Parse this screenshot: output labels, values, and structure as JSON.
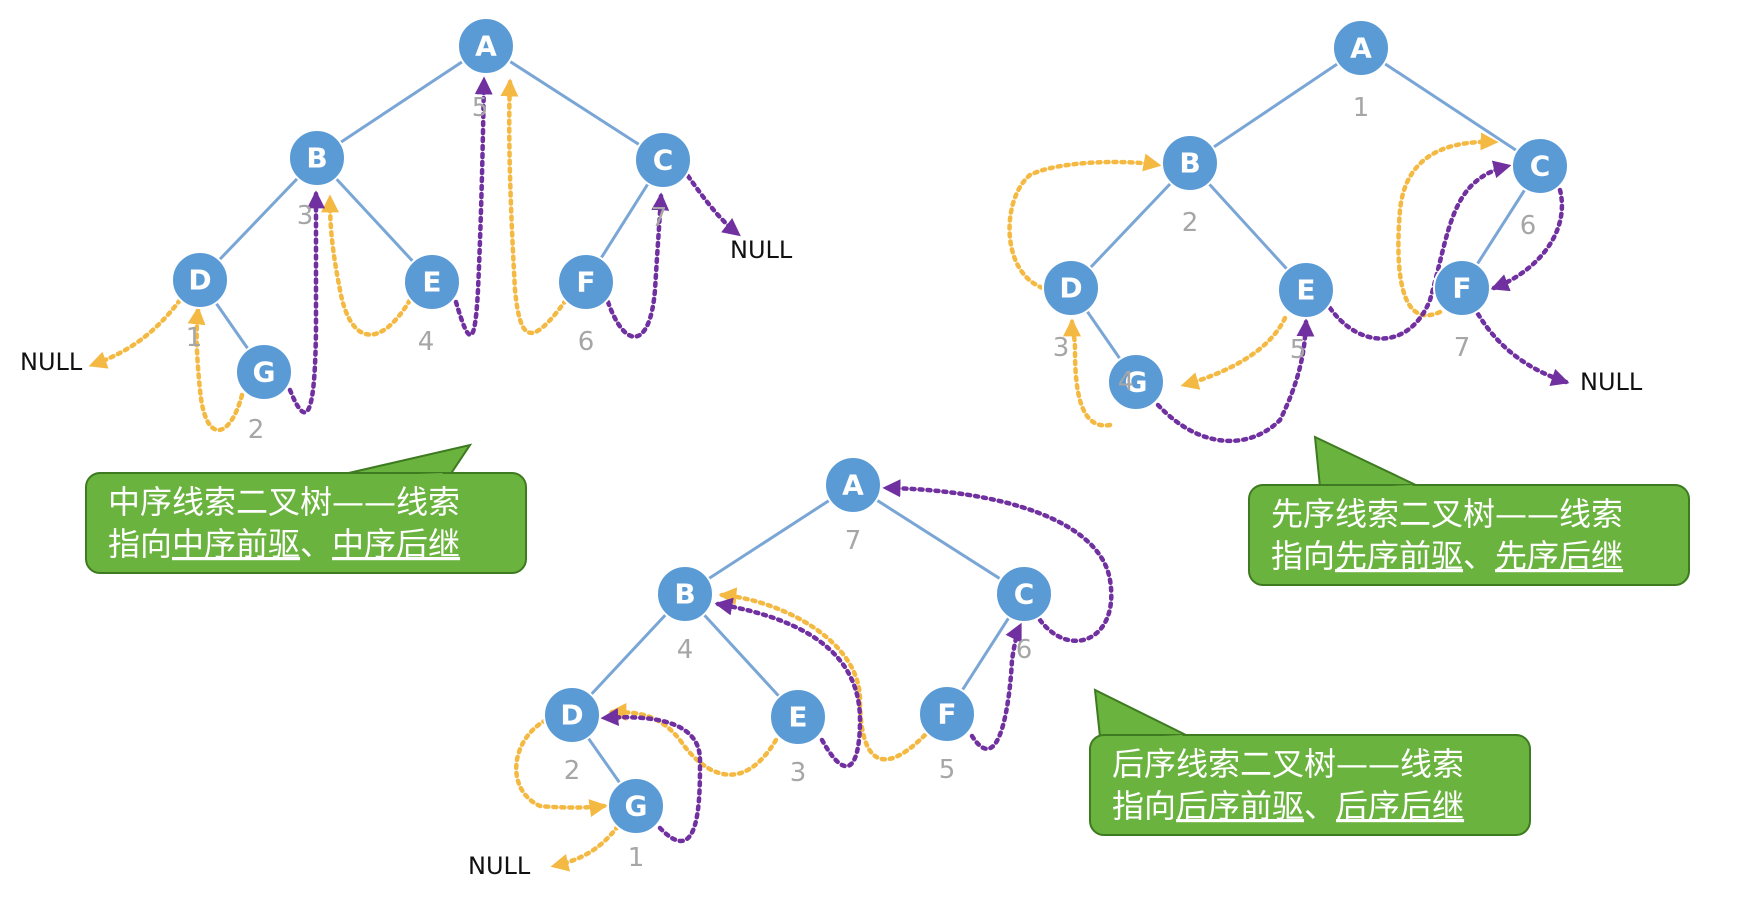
{
  "colors": {
    "node": "#5b9bd5",
    "edge": "#7aa6d6",
    "predecessor_thread": "#f4b942",
    "successor_thread": "#7030a0",
    "callout": "#6bb33f"
  },
  "null_label": "NULL",
  "trees": [
    {
      "id": "inorder",
      "nodes": [
        {
          "label": "A",
          "order": "5"
        },
        {
          "label": "B",
          "order": "3"
        },
        {
          "label": "C",
          "order": "7"
        },
        {
          "label": "D",
          "order": "1"
        },
        {
          "label": "E",
          "order": "4"
        },
        {
          "label": "F",
          "order": "6"
        },
        {
          "label": "G",
          "order": "2"
        }
      ],
      "edges": [
        [
          "A",
          "B"
        ],
        [
          "A",
          "C"
        ],
        [
          "B",
          "D"
        ],
        [
          "B",
          "E"
        ],
        [
          "C",
          "F"
        ],
        [
          "D",
          "G"
        ]
      ],
      "predecessor_threads": [
        [
          "D",
          "NULL"
        ],
        [
          "G",
          "D"
        ],
        [
          "E",
          "B"
        ],
        [
          "F",
          "A"
        ]
      ],
      "successor_threads": [
        [
          "G",
          "B"
        ],
        [
          "E",
          "A"
        ],
        [
          "F",
          "C"
        ],
        [
          "C",
          "NULL"
        ]
      ],
      "callout": {
        "line1": "中序线索二叉树——线索",
        "prefix": "指向",
        "link1": "中序前驱",
        "sep": "、",
        "link2": "中序后继"
      }
    },
    {
      "id": "preorder",
      "nodes": [
        {
          "label": "A",
          "order": "1"
        },
        {
          "label": "B",
          "order": "2"
        },
        {
          "label": "C",
          "order": "6"
        },
        {
          "label": "D",
          "order": "3"
        },
        {
          "label": "E",
          "order": "5"
        },
        {
          "label": "F",
          "order": "7"
        },
        {
          "label": "G",
          "order": "4"
        }
      ],
      "edges": [
        [
          "A",
          "B"
        ],
        [
          "A",
          "C"
        ],
        [
          "B",
          "D"
        ],
        [
          "B",
          "E"
        ],
        [
          "C",
          "F"
        ],
        [
          "D",
          "G"
        ]
      ],
      "predecessor_threads": [
        [
          "D",
          "B"
        ],
        [
          "G",
          "D"
        ],
        [
          "E",
          "G"
        ],
        [
          "F",
          "C"
        ]
      ],
      "successor_threads": [
        [
          "G",
          "E"
        ],
        [
          "E",
          "C"
        ],
        [
          "C",
          "F"
        ],
        [
          "F",
          "NULL"
        ]
      ],
      "callout": {
        "line1": "先序线索二叉树——线索",
        "prefix": "指向",
        "link1": "先序前驱",
        "sep": "、",
        "link2": "先序后继"
      }
    },
    {
      "id": "postorder",
      "nodes": [
        {
          "label": "A",
          "order": "7"
        },
        {
          "label": "B",
          "order": "4"
        },
        {
          "label": "C",
          "order": "6"
        },
        {
          "label": "D",
          "order": "2"
        },
        {
          "label": "E",
          "order": "3"
        },
        {
          "label": "F",
          "order": "5"
        },
        {
          "label": "G",
          "order": "1"
        }
      ],
      "edges": [
        [
          "A",
          "B"
        ],
        [
          "A",
          "C"
        ],
        [
          "B",
          "D"
        ],
        [
          "B",
          "E"
        ],
        [
          "C",
          "F"
        ],
        [
          "D",
          "G"
        ]
      ],
      "predecessor_threads": [
        [
          "G",
          "NULL"
        ],
        [
          "D",
          "G"
        ],
        [
          "E",
          "D"
        ],
        [
          "F",
          "B"
        ]
      ],
      "successor_threads": [
        [
          "G",
          "D"
        ],
        [
          "E",
          "B"
        ],
        [
          "F",
          "C"
        ],
        [
          "C",
          "A"
        ]
      ],
      "callout": {
        "line1": "后序线索二叉树——线索",
        "prefix": "指向",
        "link1": "后序前驱",
        "sep": "、",
        "link2": "后序后继"
      }
    }
  ]
}
